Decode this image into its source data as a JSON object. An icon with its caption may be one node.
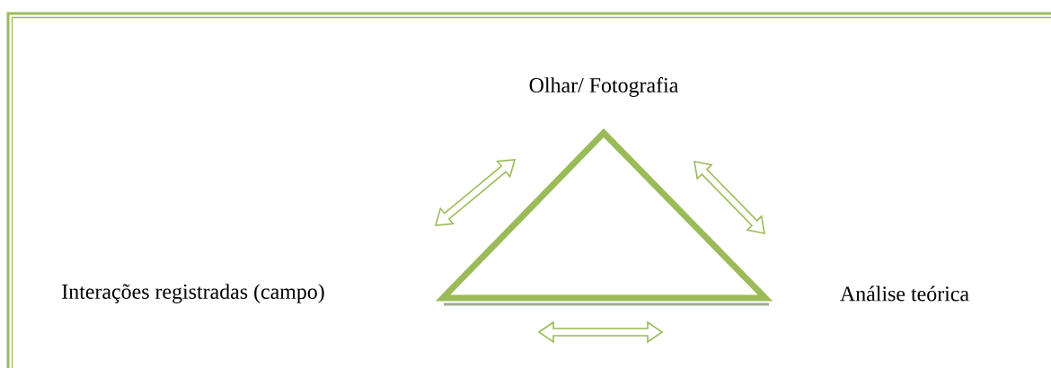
{
  "diagram": {
    "nodes": [
      {
        "text": [
          "Olhar/ Fotografia"
        ]
      },
      {
        "text": [
          "Interações registradas (campo)"
        ]
      },
      {
        "text": [
          "Análise teórica"
        ]
      }
    ]
  }
}
